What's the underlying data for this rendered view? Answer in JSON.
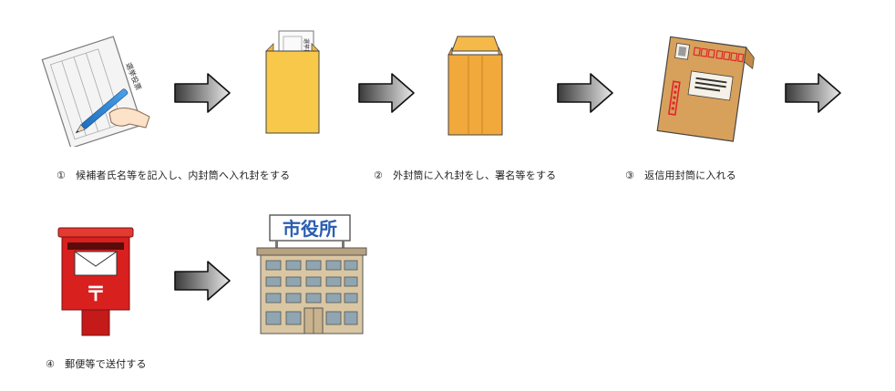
{
  "steps": [
    {
      "number": "①",
      "text": "候補者氏名等を記入し、内封筒へ入れ封をする"
    },
    {
      "number": "②",
      "text": "外封筒に入れ封をし、署名等をする"
    },
    {
      "number": "③",
      "text": "返信用封筒に入れる"
    },
    {
      "number": "④",
      "text": "郵便等で送付する"
    }
  ],
  "illustrations": {
    "ballot_label": "選挙投票",
    "inner_envelope_label": "選挙投票",
    "city_hall_sign": "市役所",
    "mailbox_mark": "〒"
  },
  "colors": {
    "arrow_dark": "#3a3a3a",
    "arrow_light": "#e8e8e8",
    "envelope_yellow": "#f7c84a",
    "envelope_orange": "#f2a93b",
    "return_envelope": "#d7a15c",
    "stamp_red": "#e0262c",
    "mailbox_red": "#d8201f",
    "city_hall_sign_text": "#2a5db0",
    "building": "#d9c6a3"
  }
}
